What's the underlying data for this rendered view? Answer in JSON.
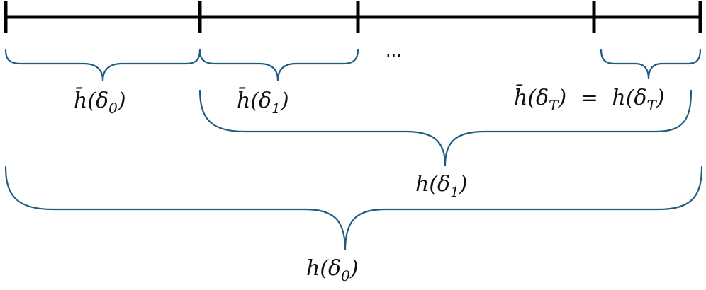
{
  "colors": {
    "timeline": "#000000",
    "brace": "#1f5c7f",
    "text": "#111111"
  },
  "timeline": {
    "ellipsis": "..."
  },
  "labels": {
    "hbar_delta0": {
      "base": "h̄(δ",
      "sub": "0",
      "close": ")"
    },
    "hbar_delta1": {
      "base": "h̄(δ",
      "sub": "1",
      "close": ")"
    },
    "hbar_deltaT_left": {
      "base": "h̄(δ",
      "sub": "T",
      "close": ")"
    },
    "equals": "=",
    "h_deltaT": {
      "base": "h(δ",
      "sub": "T",
      "close": ")"
    },
    "h_delta1": {
      "base": "h(δ",
      "sub": "1",
      "close": ")"
    },
    "h_delta0": {
      "base": "h(δ",
      "sub": "0",
      "close": ")"
    }
  }
}
